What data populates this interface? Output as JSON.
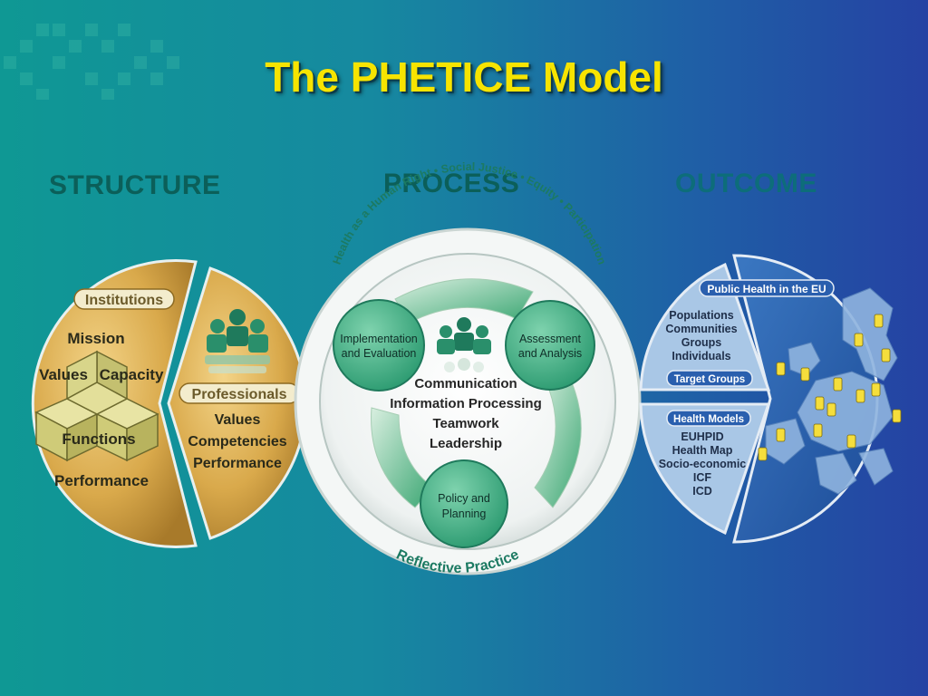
{
  "slide": {
    "title": "The PHETICE Model",
    "columns": {
      "structure": "STRUCTURE",
      "process": "PROCESS",
      "outcome": "OUTCOME"
    }
  },
  "structure": {
    "institutions_label": "Institutions",
    "cube_labels": {
      "mission": "Mission",
      "values": "Values",
      "capacity": "Capacity",
      "functions": "Functions",
      "performance": "Performance"
    },
    "professionals_label": "Professionals",
    "professionals_items": [
      "Values",
      "Competencies",
      "Performance"
    ]
  },
  "process": {
    "ring_top_text": "Health as a Human Right • Social Justice • Equity • Participation",
    "ring_bottom_text": "Reflective Practice",
    "nodes": {
      "implementation": [
        "Implementation",
        "and Evaluation"
      ],
      "assessment": [
        "Assessment",
        "and Analysis"
      ],
      "policy": [
        "Policy and",
        "Planning"
      ]
    },
    "center_items": [
      "Communication",
      "Information Processing",
      "Teamwork",
      "Leadership"
    ]
  },
  "outcome": {
    "public_health_label": "Public Health in the EU",
    "target_groups_items": [
      "Populations",
      "Communities",
      "Groups",
      "Individuals"
    ],
    "target_groups_label": "Target Groups",
    "health_models_label": "Health Models",
    "health_models_items": [
      "EUHPID",
      "Health Map",
      "Socio-economic",
      "ICF",
      "ICD"
    ]
  },
  "colors": {
    "title": "#f7e400",
    "gold": "#d8a94a",
    "green_node": "#3fae85",
    "map_blue": "#2a5fae",
    "light_blue": "#aecbe8"
  }
}
